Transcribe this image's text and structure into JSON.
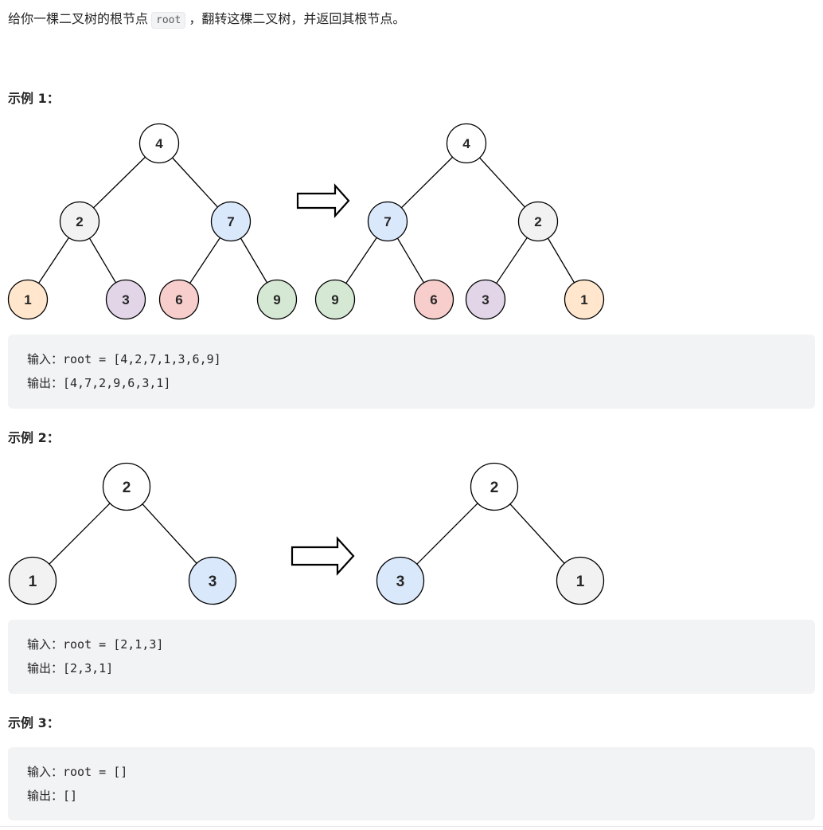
{
  "intro": {
    "text_before": "给你一棵二叉树的根节点",
    "code": "root",
    "text_after": "，翻转这棵二叉树，并返回其根节点。"
  },
  "example1": {
    "title": "示例 1：",
    "input_line": "输入：root = [4,2,7,1,3,6,9]",
    "output_line": "输出：[4,7,2,9,6,3,1]",
    "before": [
      "4",
      "2",
      "7",
      "1",
      "3",
      "6",
      "9"
    ],
    "after": [
      "4",
      "7",
      "2",
      "9",
      "6",
      "3",
      "1"
    ]
  },
  "example2": {
    "title": "示例 2：",
    "input_line": "输入：root = [2,1,3]",
    "output_line": "输出：[2,3,1]",
    "before": [
      "2",
      "1",
      "3"
    ],
    "after": [
      "2",
      "3",
      "1"
    ]
  },
  "example3": {
    "title": "示例 3：",
    "input_line": "输入：root = []",
    "output_line": "输出：[]"
  },
  "colors": {
    "node_white": "#ffffff",
    "node_gray": "#f2f2f2",
    "node_blue": "#dae8fc",
    "node_orange": "#ffe6cc",
    "node_purple": "#e1d5e7",
    "node_red": "#f8cecc",
    "node_green": "#d5e8d4",
    "stroke": "#000000"
  }
}
